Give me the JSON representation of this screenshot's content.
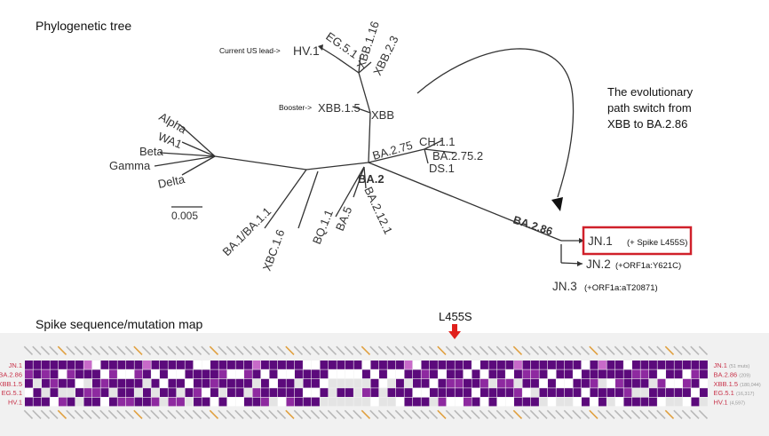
{
  "tree": {
    "title": "Phylogenetic tree",
    "leaves": {
      "alpha": "Alpha",
      "wa1": "WA1",
      "beta": "Beta",
      "gamma": "Gamma",
      "delta": "Delta",
      "ba1": "BA.1/BA.1.1",
      "xbc": "XBC.1.6",
      "bq": "BQ.1.1",
      "ba5": "BA.5",
      "ba2121": "BA.2.12.1",
      "ba2": "BA.2",
      "ba275": "BA.2.75",
      "ch": "CH.1.1",
      "ba2752": "BA.2.75.2",
      "ds": "DS.1",
      "xbb": "XBB",
      "xbb15": "XBB.1.5",
      "eg": "EG.5.1",
      "xbb116": "XBB.1.16",
      "xbb23": "XBB.2.3",
      "hv1": "HV.1",
      "ba286": "BA.2.86",
      "jn1": "JN.1",
      "jn2": "JN.2",
      "jn3": "JN.3"
    },
    "annotations": {
      "current_us_lead": "Current US lead->",
      "booster": "Booster->",
      "jn1_mutation": "(+ Spike L455S)",
      "jn2_mutation": "(+ORF1a:Y621C)",
      "jn3_mutation": "(+ORF1a:aT20871)",
      "evolution_note": [
        "The evolutionary",
        "path switch from",
        "XBB to BA.2.86"
      ],
      "scale": "0.005"
    },
    "colors": {
      "highlight_box": "#d0202a",
      "branch": "#333333"
    }
  },
  "map": {
    "title": "Spike sequence/mutation map",
    "marker_label": "L455S",
    "marker_color": "#e0201c",
    "rows": [
      {
        "name": "JN.1",
        "count": "(51 muts)"
      },
      {
        "name": "BA.2.86",
        "count": "(209)"
      },
      {
        "name": "XBB.1.5",
        "count": "(180,044)"
      },
      {
        "name": "EG.5.1",
        "count": "(16,317)"
      },
      {
        "name": "HV.1",
        "count": "(4,597)"
      }
    ],
    "colors": {
      "dark": "#5c0a7c",
      "mid": "#8e2aa0",
      "light": "#c86ac9",
      "blank": "#ffffff",
      "na": "#e4e4e4",
      "label": "#c8334a"
    }
  }
}
